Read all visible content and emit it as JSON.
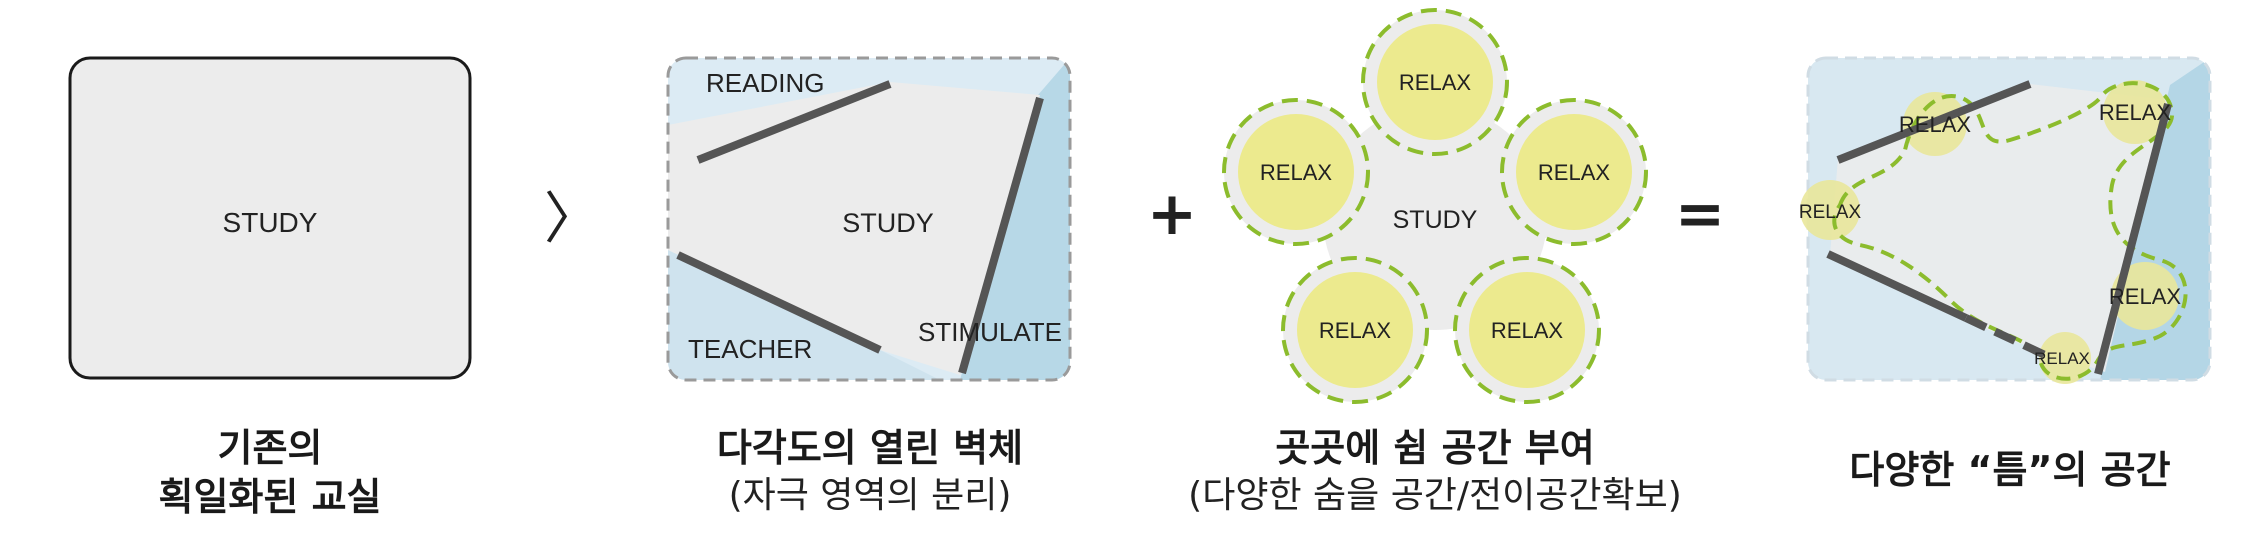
{
  "panels": [
    {
      "study": "STUDY",
      "caption": {
        "line1": "기존의",
        "line2": "획일화된 교실"
      }
    },
    {
      "zones": {
        "reading": "READING",
        "study": "STUDY",
        "teacher": "TEACHER",
        "stimulate": "STIMULATE"
      },
      "caption": {
        "line1": "다각도의 열린 벽체",
        "line2": "(자극 영역의 분리)"
      }
    },
    {
      "center": "STUDY",
      "relax": [
        "RELAX",
        "RELAX",
        "RELAX",
        "RELAX",
        "RELAX"
      ],
      "caption": {
        "line1": "곳곳에 쉼 공간 부여",
        "line2": "(다양한 숨을 공간/전이공간확보)"
      }
    },
    {
      "relax": [
        "RELAX",
        "RELAX",
        "RELAX",
        "RELAX",
        "RELAX"
      ],
      "caption": {
        "line1": "다양한 “틈”의 공간"
      }
    }
  ],
  "operators": {
    "gt": "〉",
    "plus": "+",
    "equals": "="
  },
  "colors": {
    "grey_fill": "#ececec",
    "light_blue": "#dcebf4",
    "mid_blue": "#b7d8e7",
    "relax_yellow": "#ecea8e",
    "dash_green": "#8cbc2d",
    "wall": "#555555"
  }
}
